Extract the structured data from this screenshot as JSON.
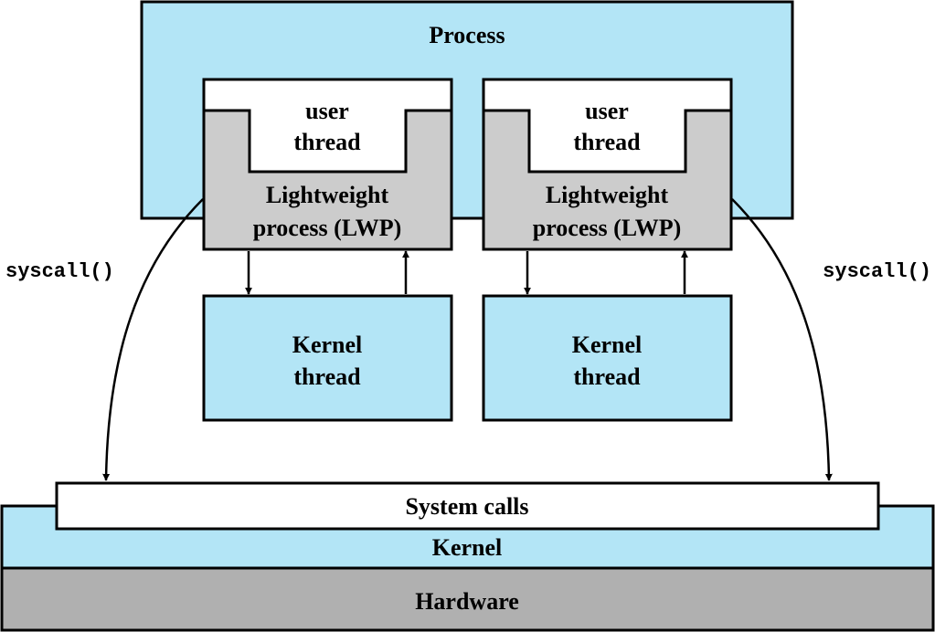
{
  "colors": {
    "light_blue": "#b3e5f6",
    "gray": "#cccccc",
    "dark_gray": "#b0b0b0",
    "white": "#ffffff",
    "stroke": "#000000"
  },
  "process": {
    "label": "Process"
  },
  "lwp_units": [
    {
      "user_thread": [
        "user",
        "thread"
      ],
      "lwp": [
        "Lightweight",
        "process (LWP)"
      ],
      "kernel_thread": [
        "Kernel",
        "thread"
      ]
    },
    {
      "user_thread": [
        "user",
        "thread"
      ],
      "lwp": [
        "Lightweight",
        "process (LWP)"
      ],
      "kernel_thread": [
        "Kernel",
        "thread"
      ]
    }
  ],
  "syscall_left": "syscall()",
  "syscall_right": "syscall()",
  "system_calls": "System calls",
  "kernel": "Kernel",
  "hardware": "Hardware"
}
